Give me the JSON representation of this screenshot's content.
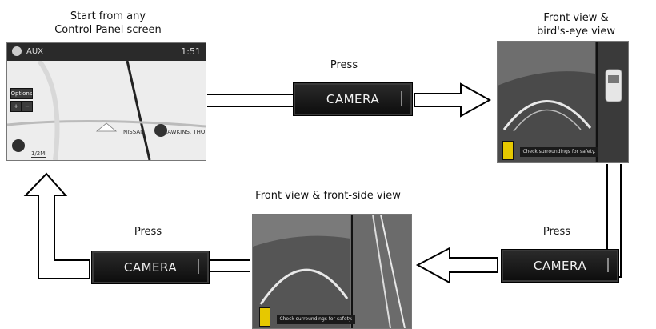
{
  "captions": {
    "start": "Start from any\nControl Panel screen",
    "front_birds": "Front view &\nbird's-eye view",
    "front_side": "Front view & front-side view",
    "press_top": "Press",
    "press_right": "Press",
    "press_left": "Press"
  },
  "buttons": {
    "camera_top": "CAMERA",
    "camera_right": "CAMERA",
    "camera_left": "CAMERA"
  },
  "nav_screen": {
    "source": "AUX",
    "time": "1:51",
    "options": "Options",
    "road_label": "NISSAN",
    "road_label_2": "HAWKINS, THO",
    "scale": "1/2MI"
  },
  "camera_screens": {
    "warning_top": "Check surroundings for safety.",
    "warning_bottom": "Check surroundings for safety."
  },
  "icons": [
    "audio-source-icon",
    "zoom-in-icon",
    "zoom-out-icon",
    "compass-icon",
    "car-top-view-icon",
    "camera-selector-icon"
  ]
}
